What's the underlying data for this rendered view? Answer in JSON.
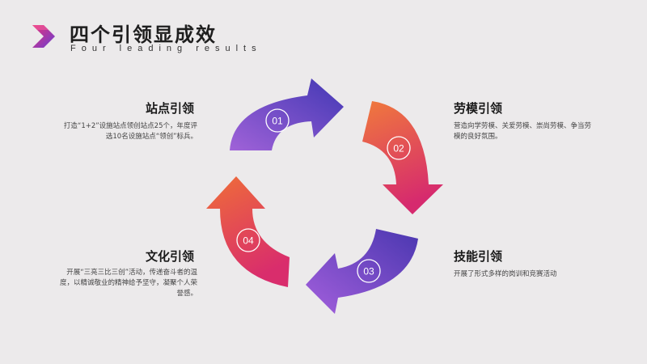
{
  "header": {
    "title": "四个引领显成效",
    "subtitle": "Four leading results"
  },
  "steps": [
    {
      "number": "01",
      "title": "站点引领",
      "text": "打造“1+2”设施站点领创站点25个，年度评选10名设施站点“领创”标兵。"
    },
    {
      "number": "02",
      "title": "劳模引领",
      "text": "营造向学劳模、关爱劳模、崇尚劳模、争当劳模的良好氛围。"
    },
    {
      "number": "03",
      "title": "技能引领",
      "text": "开展了形式多样的岗训和竞赛活动"
    },
    {
      "number": "04",
      "title": "文化引领",
      "text": "开展“三亮三比三创”活动，传递奋斗者的温度，以精诚敬业的精神给予坚守，凝聚个人荣誉感。"
    }
  ],
  "colors": {
    "purple_dark": "#4b3fb3",
    "purple_light": "#9b5bd6",
    "orange": "#ef6a3a",
    "magenta": "#d52d6c"
  }
}
